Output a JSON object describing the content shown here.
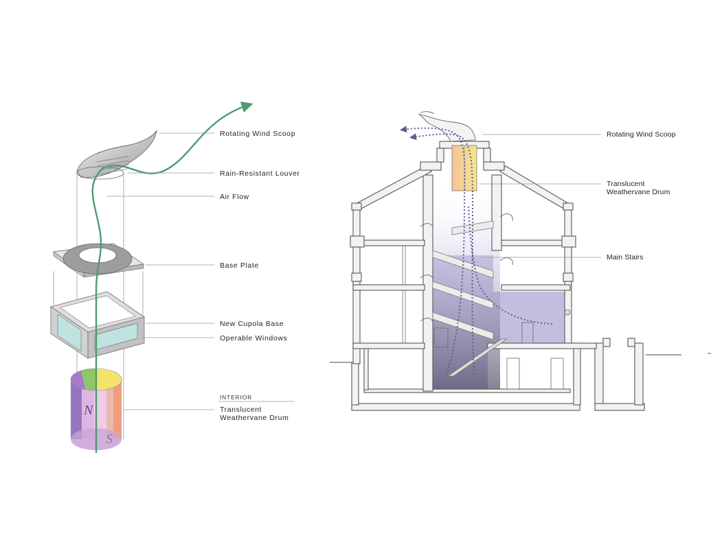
{
  "axon": {
    "labels": {
      "wind_scoop": "Rotating Wind Scoop",
      "louver": "Rain-Resistant Louver",
      "air_flow": "Air Flow",
      "base_plate": "Base Plate",
      "cupola_base": "New Cupola Base",
      "windows": "Operable Windows",
      "interior": "INTERIOR",
      "drum_line1": "Translucent",
      "drum_line2": "Weathervane Drum"
    },
    "compass": {
      "north": "N",
      "south": "S"
    },
    "colors": {
      "air_flow": "#4f9a6e",
      "drum": [
        "#7a5ab0",
        "#e8b8e0",
        "#8cc86a",
        "#f2e46a",
        "#f0a060"
      ],
      "glass": "#bfe3de"
    }
  },
  "section": {
    "labels": {
      "wind_scoop": "Rotating Wind Scoop",
      "drum_line1": "Translucent",
      "drum_line2": "Weathervane Drum",
      "stairs": "Main Stairs"
    },
    "colors": {
      "air_flow": "#5d5a9a",
      "stair_volume": "#b7acd6",
      "drum_gradient": [
        "#f7c9a0",
        "#f4e48e"
      ]
    }
  }
}
